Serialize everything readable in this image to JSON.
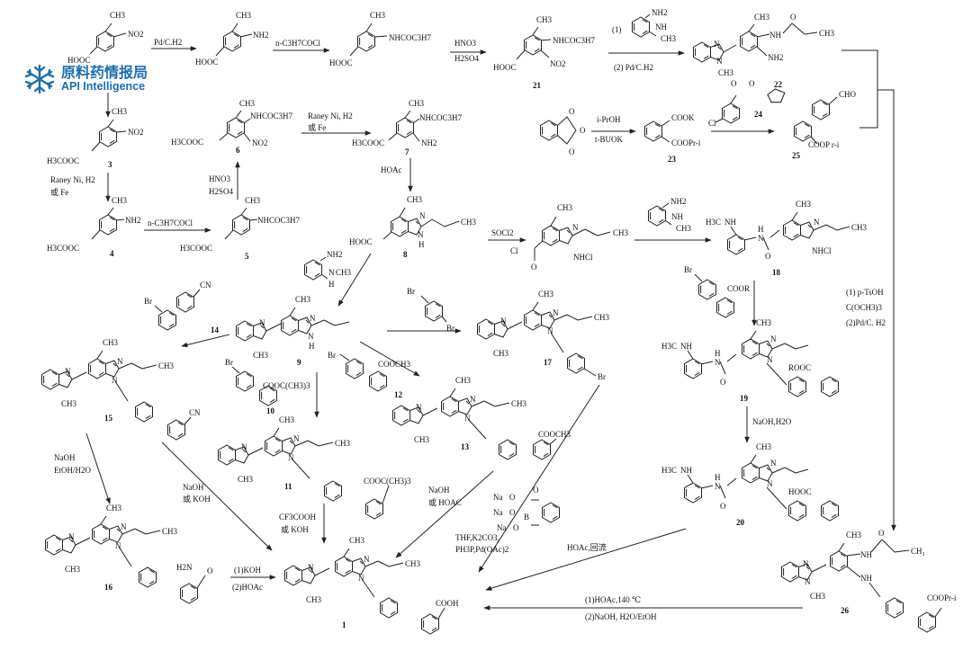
{
  "logo": {
    "name_cn": "原料药情报局",
    "name_en": "API Intelligence"
  },
  "colors": {
    "brand": "#1a6fb0",
    "ink": "#111111"
  },
  "compounds": {
    "c_start_acid": {
      "groups": [
        "CH3",
        "NO2",
        "HOOC"
      ]
    },
    "c_amino_acid": {
      "groups": [
        "CH3",
        "NH2",
        "HOOC"
      ]
    },
    "c_amide_acid": {
      "groups": [
        "CH3",
        "NHCOC3H7",
        "HOOC"
      ]
    },
    "c21": {
      "number": "21",
      "groups": [
        "CH3",
        "NHCOC3H7",
        "HOOC",
        "NO2"
      ]
    },
    "c22": {
      "number": "22",
      "groups": [
        "CH3",
        "NH2",
        "N",
        "N",
        "CH3",
        "CH3",
        "O"
      ]
    },
    "c3": {
      "number": "3",
      "groups": [
        "CH3",
        "NO2",
        "H3COOC"
      ]
    },
    "c4": {
      "number": "4",
      "groups": [
        "CH3",
        "NH2",
        "H3COOC"
      ]
    },
    "c5": {
      "number": "5",
      "groups": [
        "CH3",
        "NHCOC3H7",
        "H3COOC"
      ]
    },
    "c6": {
      "number": "6",
      "groups": [
        "CH3",
        "NHCOC3H7",
        "H3COOC",
        "NO2"
      ]
    },
    "c7": {
      "number": "7",
      "groups": [
        "CH3",
        "NHCOC3H7",
        "H3COOC",
        "NH2"
      ]
    },
    "c8": {
      "number": "8",
      "groups": [
        "CH3",
        "CH3",
        "N",
        "N",
        "H",
        "HOOC"
      ]
    },
    "c9": {
      "number": "9",
      "groups": [
        "CH3",
        "N",
        "N",
        "N",
        "H",
        "CH3"
      ]
    },
    "c_acyl_chloride": {
      "groups": [
        "CH3",
        "CH3",
        "N",
        "NHCl",
        "Cl",
        "O"
      ]
    },
    "c18": {
      "number": "18",
      "groups": [
        "H3C",
        "NH",
        "H",
        "N",
        "O",
        "CH3",
        "CH3",
        "N",
        "NHCl"
      ]
    },
    "c19": {
      "number": "19",
      "groups": [
        "H3C",
        "NH",
        "H",
        "N",
        "O",
        "CH3",
        "N",
        "N",
        "ROOC"
      ]
    },
    "c20": {
      "number": "20",
      "groups": [
        "H3C",
        "NH",
        "H",
        "N",
        "O",
        "CH3",
        "N",
        "N",
        "HOOC"
      ]
    },
    "c23": {
      "number": "23",
      "groups": [
        "COOK",
        "COOPr-i"
      ]
    },
    "c24": {
      "number": "24",
      "groups": [
        "Cl",
        "O",
        "O"
      ]
    },
    "c25": {
      "number": "25",
      "groups": [
        "CHO",
        "COOP r-i"
      ]
    },
    "c26": {
      "number": "26",
      "groups": [
        "CH3",
        "NH",
        "NH",
        "N",
        "N",
        "CH3",
        "O",
        "COOPr-i"
      ]
    },
    "c14": {
      "number": "14",
      "groups": [
        "Br",
        "CN"
      ]
    },
    "c15": {
      "number": "15",
      "groups": [
        "CH3",
        "N",
        "N",
        "N",
        "CH3",
        "CH3",
        "CN"
      ]
    },
    "c16": {
      "number": "16",
      "groups": [
        "CH3",
        "N",
        "N",
        "N",
        "CH3",
        "CH3",
        "H2N",
        "O"
      ]
    },
    "c10": {
      "number": "10",
      "groups": [
        "Br",
        "COOC(CH3)3"
      ]
    },
    "c11": {
      "number": "11",
      "groups": [
        "CH3",
        "N",
        "N",
        "N",
        "CH3",
        "CH3",
        "COOC(CH3)3"
      ]
    },
    "c12": {
      "number": "12",
      "groups": [
        "Br",
        "COOCH3"
      ]
    },
    "c13": {
      "number": "13",
      "groups": [
        "CH3",
        "N",
        "N",
        "N",
        "CH3",
        "CH3",
        "COOCH3"
      ]
    },
    "c17": {
      "number": "17",
      "groups": [
        "CH3",
        "N",
        "N",
        "N",
        "CH3",
        "CH3",
        "Br"
      ]
    },
    "c1": {
      "number": "1",
      "groups": [
        "CH3",
        "N",
        "N",
        "N",
        "CH3",
        "CH3",
        "COOH"
      ]
    },
    "c_phthalic": {
      "groups": [
        "O",
        "O",
        "O"
      ]
    },
    "c_diamine": {
      "groups": [
        "NH2",
        "NH",
        "CH3"
      ]
    },
    "c_diamine2": {
      "groups": [
        "NH2",
        "N",
        "H",
        "CH3"
      ]
    },
    "c_br_biphenyl": {
      "groups": [
        "Br",
        "COOR"
      ]
    },
    "c_bromobenzyl": {
      "groups": [
        "Br",
        "Br"
      ]
    },
    "c_boronate": {
      "groups": [
        "Na",
        "O",
        "Na",
        "O",
        "B",
        "Na",
        "O",
        "O"
      ]
    }
  },
  "reagents": {
    "r_pd_h2_1": "Pd/C.H2",
    "r_butyryl_1": "n-C3H7COCl",
    "r_nitration_1": {
      "l1": "HNO3",
      "l2": "H2SO4"
    },
    "r_22": {
      "l1": "(1)",
      "l2": "(2)  Pd/C.H2"
    },
    "r_raney_1": {
      "l1": "Raney Ni, H2",
      "l2": "或 Fe"
    },
    "r_nitration_2": {
      "l1": "HNO3",
      "l2": "H2SO4"
    },
    "r_raney_2": {
      "l1": "Raney Ni, H2",
      "l2": "或  Fe"
    },
    "r_butyryl_2": "n-C3H7COCl",
    "r_hoac_1": "HOAc",
    "r_socl2": "SOCl2",
    "r_23": {
      "l1": "i-PrOH",
      "l2": "t-BUOK"
    },
    "r_26": {
      "l1": "(1) p-TsOH",
      "l2": "C(OCH3)3",
      "l3": "(2)Pd/C. H2"
    },
    "r_naoh_1": "NaOH,H2O",
    "r_hoac_reflux": "HOAc,回流",
    "r_26_to_1": {
      "l1": "(1)HOAc,140 ℃",
      "l2": "(2)NaOH, H2O/EtOH"
    },
    "r_15_16": {
      "l1": "NaOH",
      "l2": "EtOH/H2O"
    },
    "r_15_1": {
      "l1": "NaOH",
      "l2": "或 KOH"
    },
    "r_16_1": {
      "l1": "(1)KOH",
      "l2": "(2)HOAc"
    },
    "r_11_1": {
      "l1": "CF3COOH",
      "l2": "或 KOH"
    },
    "r_13_1": {
      "l1": "NaOH",
      "l2": "或 HOAC"
    },
    "r_17_1": {
      "l1": "THF,K2CO3,",
      "l2": "PH3P,Pd(OAc)2"
    }
  }
}
